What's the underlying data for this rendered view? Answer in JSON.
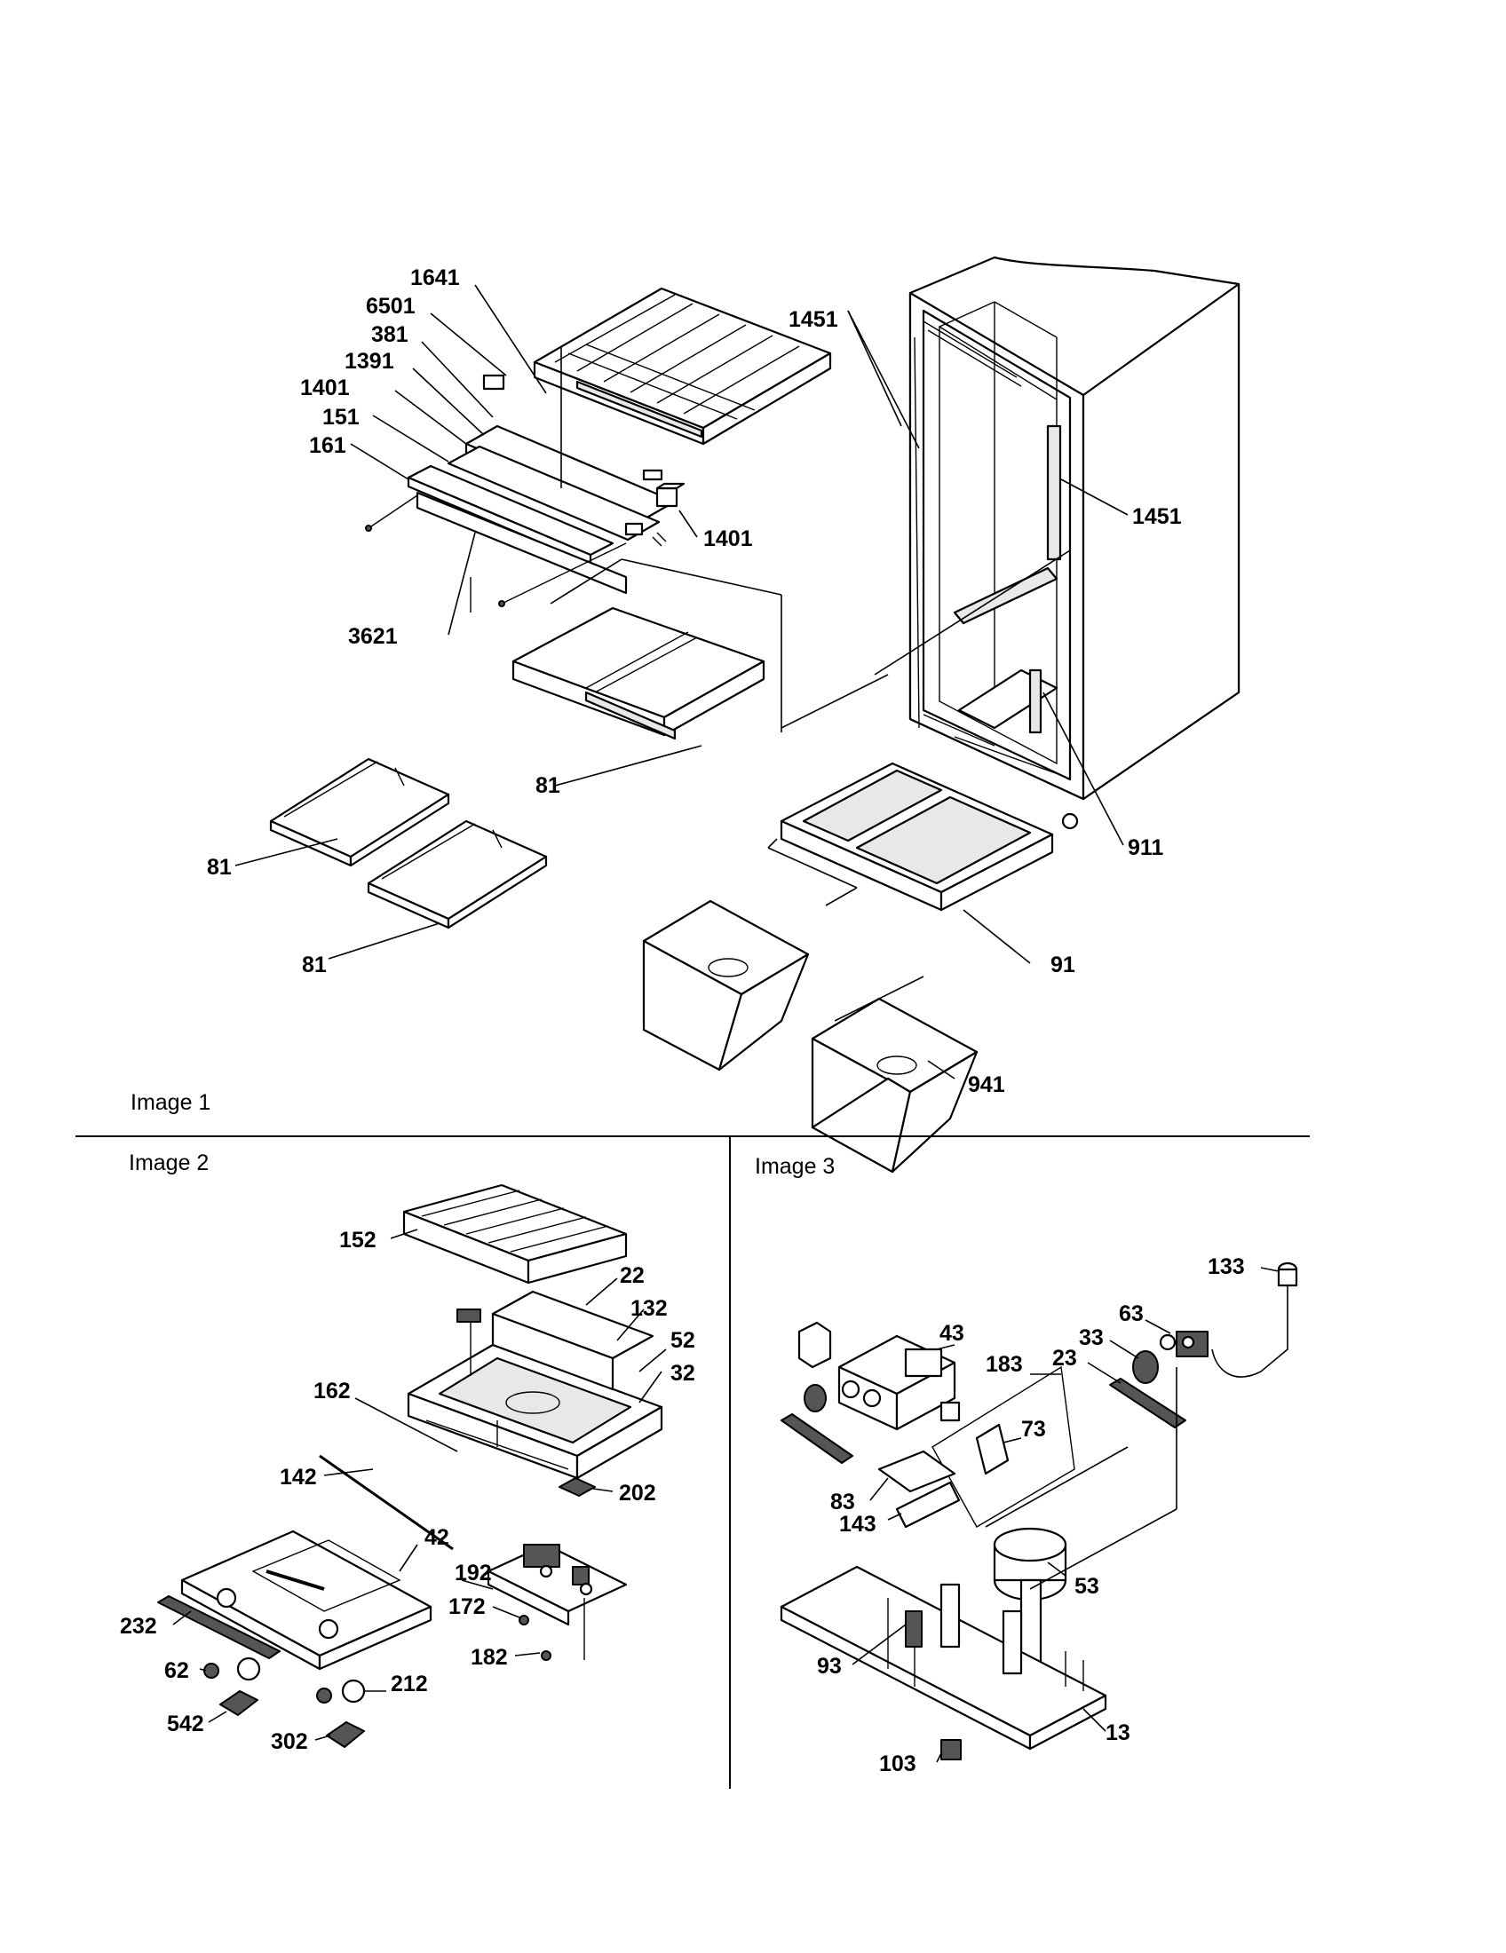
{
  "sections": {
    "image1": "Image 1",
    "image2": "Image 2",
    "image3": "Image 3"
  },
  "callouts": {
    "c1641": "1641",
    "c6501": "6501",
    "c381": "381",
    "c1391": "1391",
    "c1401a": "1401",
    "c151": "151",
    "c161": "161",
    "c3621": "3621",
    "c1401b": "1401",
    "c1451a": "1451",
    "c1451b": "1451",
    "c81a": "81",
    "c81b": "81",
    "c81c": "81",
    "c911": "911",
    "c91": "91",
    "c941": "941",
    "c152": "152",
    "c22": "22",
    "c132": "132",
    "c52": "52",
    "c32": "32",
    "c162": "162",
    "c142": "142",
    "c202": "202",
    "c42": "42",
    "c192": "192",
    "c172": "172",
    "c232": "232",
    "c62": "62",
    "c212": "212",
    "c182": "182",
    "c542": "542",
    "c302": "302",
    "c133": "133",
    "c63": "63",
    "c43": "43",
    "c33": "33",
    "c23": "23",
    "c183": "183",
    "c73": "73",
    "c83": "83",
    "c143": "143",
    "c53": "53",
    "c93": "93",
    "c13": "13",
    "c103": "103"
  }
}
